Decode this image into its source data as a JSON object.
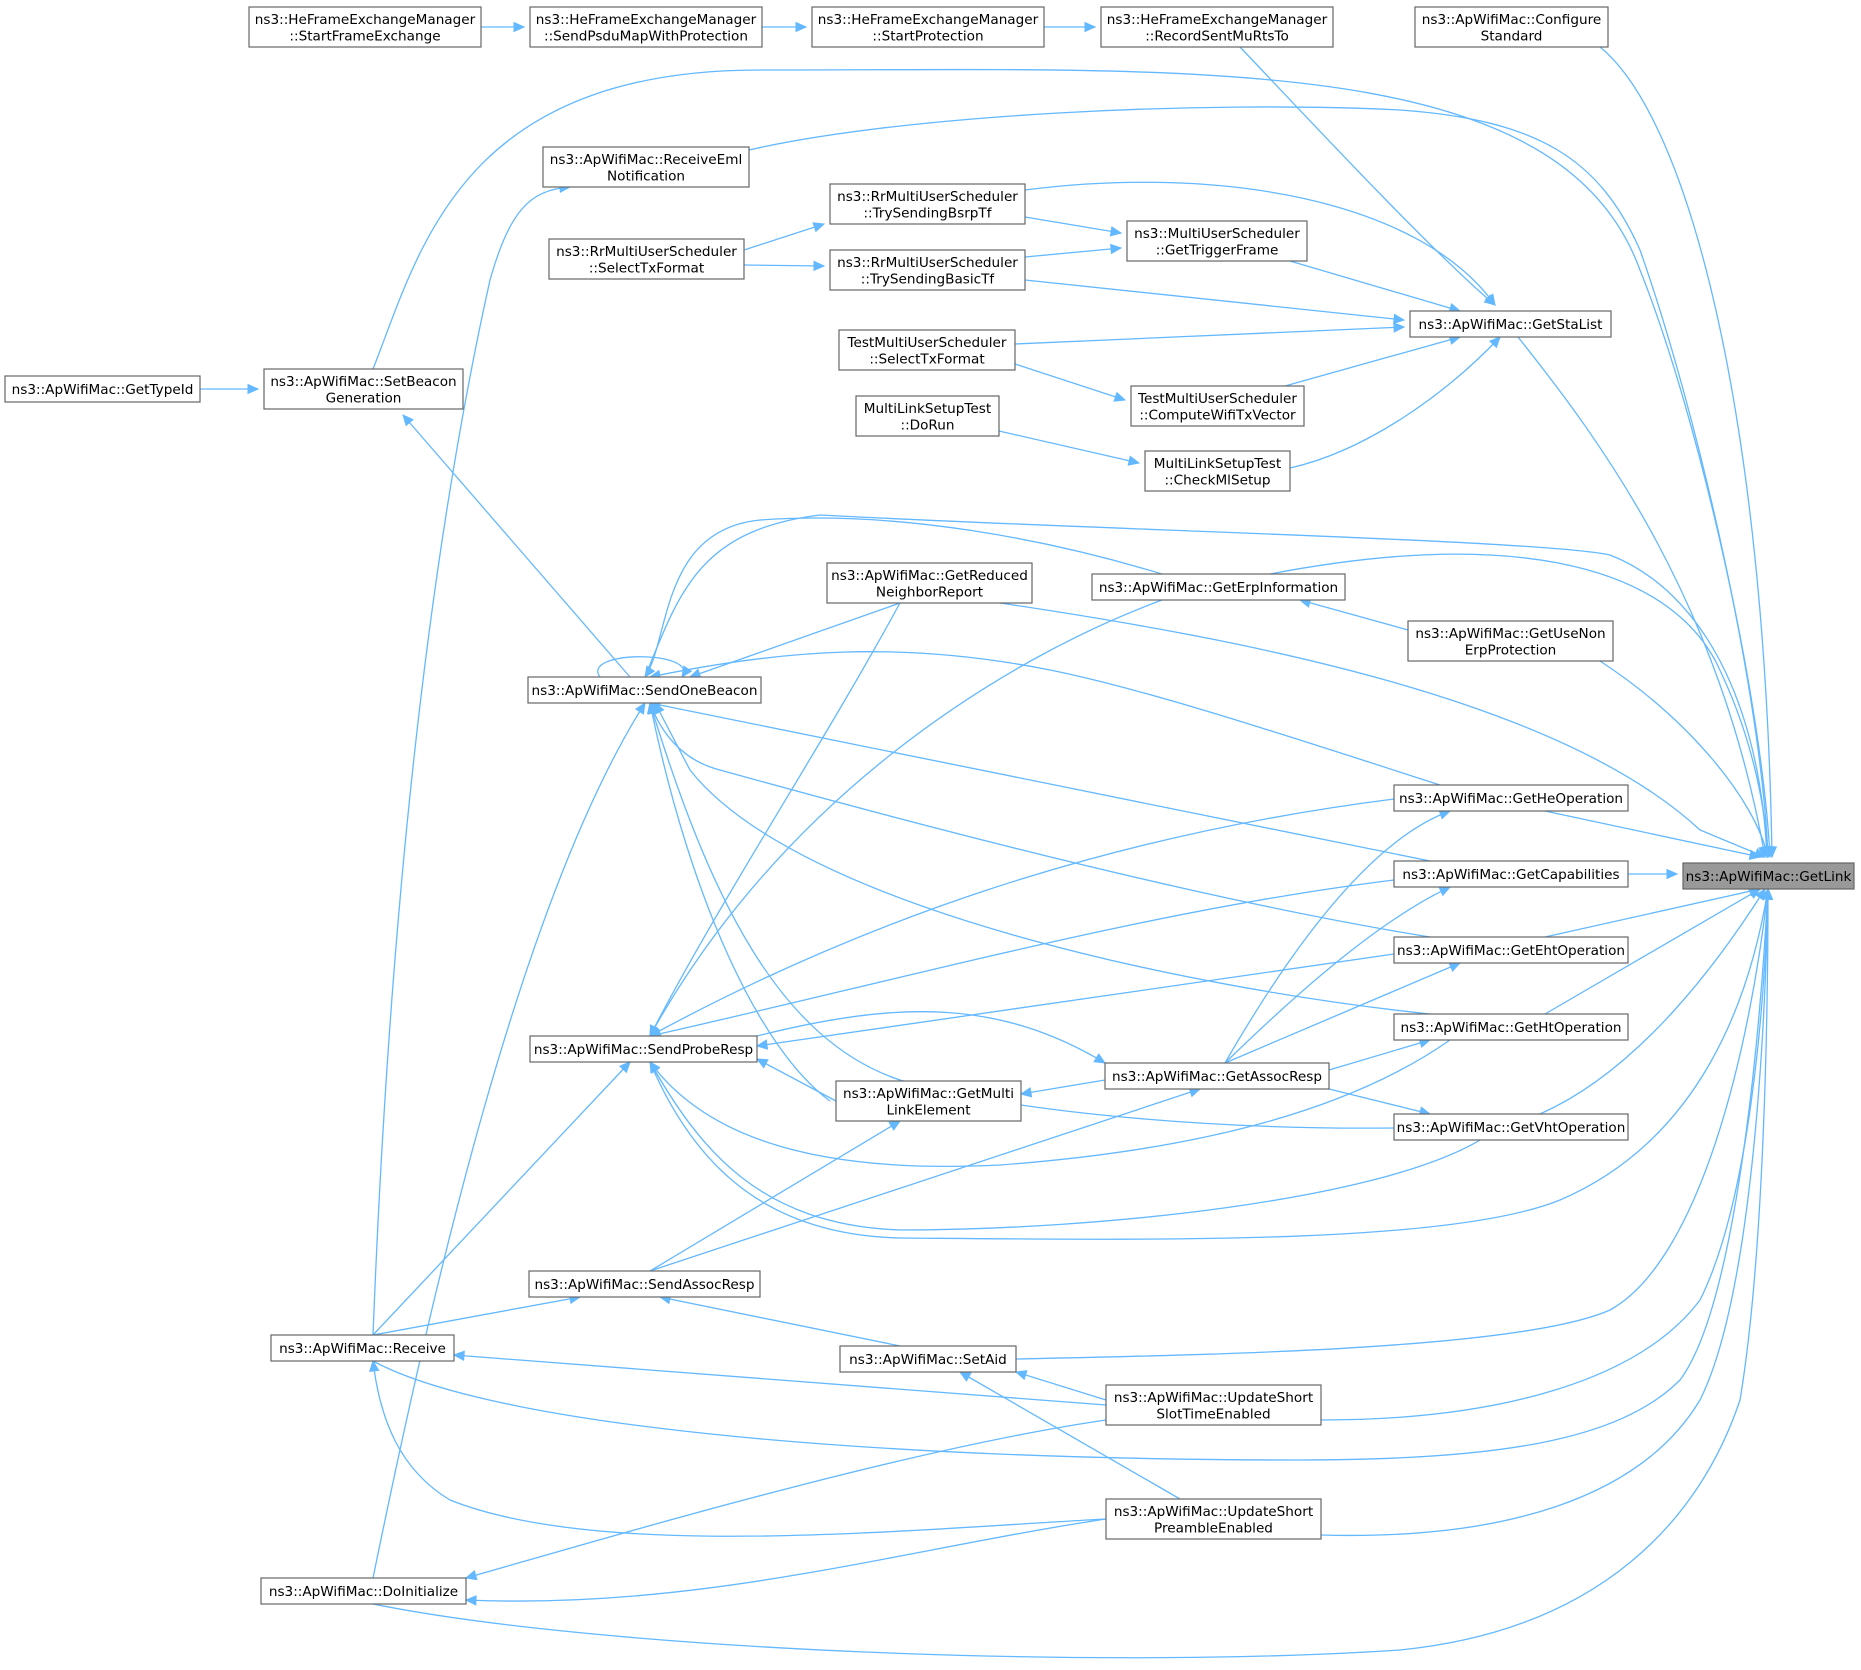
{
  "colors": {
    "edge": "#63b8ff",
    "node_border": "#666666",
    "focus_fill": "#999999",
    "node_fill": "#ffffff"
  },
  "nodes": [
    {
      "id": "getlink",
      "lines": [
        "ns3::ApWifiMac::GetLink"
      ],
      "focus": true
    },
    {
      "id": "hfem_start",
      "lines": [
        "ns3::HeFrameExchangeManager",
        "::StartFrameExchange"
      ]
    },
    {
      "id": "hfem_sendpsdu",
      "lines": [
        "ns3::HeFrameExchangeManager",
        "::SendPsduMapWithProtection"
      ]
    },
    {
      "id": "hfem_startprot",
      "lines": [
        "ns3::HeFrameExchangeManager",
        "::StartProtection"
      ]
    },
    {
      "id": "hfem_record",
      "lines": [
        "ns3::HeFrameExchangeManager",
        "::RecordSentMuRtsTo"
      ]
    },
    {
      "id": "configure",
      "lines": [
        "ns3::ApWifiMac::Configure",
        "Standard"
      ]
    },
    {
      "id": "receiveeml",
      "lines": [
        "ns3::ApWifiMac::ReceiveEml",
        "Notification"
      ]
    },
    {
      "id": "rr_bsrp",
      "lines": [
        "ns3::RrMultiUserScheduler",
        "::TrySendingBsrpTf"
      ]
    },
    {
      "id": "rr_select",
      "lines": [
        "ns3::RrMultiUserScheduler",
        "::SelectTxFormat"
      ]
    },
    {
      "id": "rr_basic",
      "lines": [
        "ns3::RrMultiUserScheduler",
        "::TrySendingBasicTf"
      ]
    },
    {
      "id": "mus_trigger",
      "lines": [
        "ns3::MultiUserScheduler",
        "::GetTriggerFrame"
      ]
    },
    {
      "id": "getstalist",
      "lines": [
        "ns3::ApWifiMac::GetStaList"
      ]
    },
    {
      "id": "test_select",
      "lines": [
        "TestMultiUserScheduler",
        "::SelectTxFormat"
      ]
    },
    {
      "id": "test_compute",
      "lines": [
        "TestMultiUserScheduler",
        "::ComputeWifiTxVector"
      ]
    },
    {
      "id": "mlst_dorun",
      "lines": [
        "MultiLinkSetupTest",
        "::DoRun"
      ]
    },
    {
      "id": "mlst_check",
      "lines": [
        "MultiLinkSetupTest",
        "::CheckMlSetup"
      ]
    },
    {
      "id": "gettypeid",
      "lines": [
        "ns3::ApWifiMac::GetTypeId"
      ]
    },
    {
      "id": "setbeacon",
      "lines": [
        "ns3::ApWifiMac::SetBeacon",
        "Generation"
      ]
    },
    {
      "id": "getreduced",
      "lines": [
        "ns3::ApWifiMac::GetReduced",
        "NeighborReport"
      ]
    },
    {
      "id": "geterp",
      "lines": [
        "ns3::ApWifiMac::GetErpInformation"
      ]
    },
    {
      "id": "getusenon",
      "lines": [
        "ns3::ApWifiMac::GetUseNon",
        "ErpProtection"
      ]
    },
    {
      "id": "sendonebeacon",
      "lines": [
        "ns3::ApWifiMac::SendOneBeacon"
      ]
    },
    {
      "id": "getheop",
      "lines": [
        "ns3::ApWifiMac::GetHeOperation"
      ]
    },
    {
      "id": "getcap",
      "lines": [
        "ns3::ApWifiMac::GetCapabilities"
      ]
    },
    {
      "id": "getehtop",
      "lines": [
        "ns3::ApWifiMac::GetEhtOperation"
      ]
    },
    {
      "id": "getsendprobe",
      "lines": [
        "ns3::ApWifiMac::SendProbeResp"
      ]
    },
    {
      "id": "gethtop",
      "lines": [
        "ns3::ApWifiMac::GetHtOperation"
      ]
    },
    {
      "id": "getmulti",
      "lines": [
        "ns3::ApWifiMac::GetMulti",
        "LinkElement"
      ]
    },
    {
      "id": "getassoc",
      "lines": [
        "ns3::ApWifiMac::GetAssocResp"
      ]
    },
    {
      "id": "getvhtop",
      "lines": [
        "ns3::ApWifiMac::GetVhtOperation"
      ]
    },
    {
      "id": "sendassoc",
      "lines": [
        "ns3::ApWifiMac::SendAssocResp"
      ]
    },
    {
      "id": "receive",
      "lines": [
        "ns3::ApWifiMac::Receive"
      ]
    },
    {
      "id": "setaid",
      "lines": [
        "ns3::ApWifiMac::SetAid"
      ]
    },
    {
      "id": "updateslot",
      "lines": [
        "ns3::ApWifiMac::UpdateShort",
        "SlotTimeEnabled"
      ]
    },
    {
      "id": "updatepreamble",
      "lines": [
        "ns3::ApWifiMac::UpdateShort",
        "PreambleEnabled"
      ]
    },
    {
      "id": "doinit",
      "lines": [
        "ns3::ApWifiMac::DoInitialize"
      ]
    }
  ]
}
